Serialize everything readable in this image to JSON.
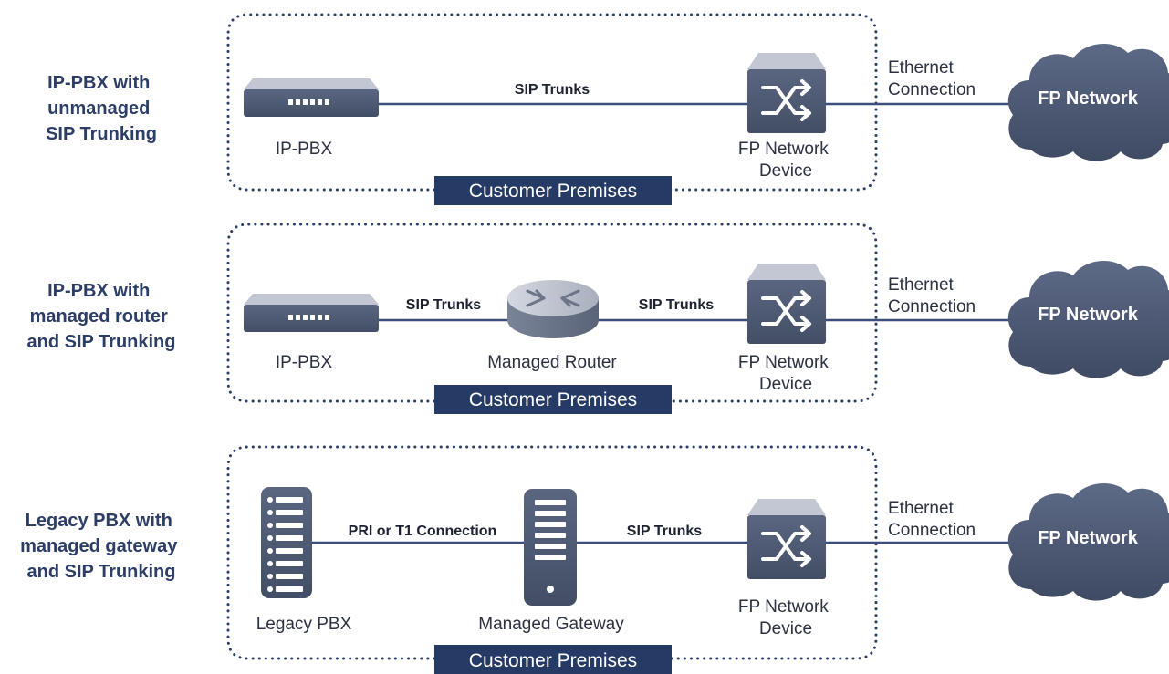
{
  "colors": {
    "navy": "#263a66",
    "device_dark": "#4f5a72",
    "device_light": "#8a93a8",
    "line": "#3c4f7a",
    "title": "#2c3e66"
  },
  "rows": [
    {
      "title": [
        "IP-PBX with",
        "unmanaged",
        "SIP Trunking"
      ],
      "left_device": {
        "icon": "ip-pbx-icon",
        "label": [
          "IP-PBX"
        ]
      },
      "middle_device": null,
      "link1_label": "SIP Trunks",
      "link2_label": null,
      "network_device": {
        "icon": "network-switch-icon",
        "label": [
          "FP Network",
          "Device"
        ]
      },
      "ethernet_label": [
        "Ethernet",
        "Connection"
      ],
      "cloud_label": "FP Network",
      "premises_label": "Customer Premises"
    },
    {
      "title": [
        "IP-PBX with",
        "managed router",
        "and SIP Trunking"
      ],
      "left_device": {
        "icon": "ip-pbx-icon",
        "label": [
          "IP-PBX"
        ]
      },
      "middle_device": {
        "icon": "router-icon",
        "label": [
          "Managed Router"
        ]
      },
      "link1_label": "SIP Trunks",
      "link2_label": "SIP Trunks",
      "network_device": {
        "icon": "network-switch-icon",
        "label": [
          "FP Network",
          "Device"
        ]
      },
      "ethernet_label": [
        "Ethernet",
        "Connection"
      ],
      "cloud_label": "FP Network",
      "premises_label": "Customer Premises"
    },
    {
      "title": [
        "Legacy PBX with",
        "managed gateway",
        "and SIP Trunking"
      ],
      "left_device": {
        "icon": "legacy-pbx-icon",
        "label": [
          "Legacy PBX"
        ]
      },
      "middle_device": {
        "icon": "gateway-server-icon",
        "label": [
          "Managed Gateway"
        ]
      },
      "link1_label": "PRI or T1 Connection",
      "link2_label": "SIP Trunks",
      "network_device": {
        "icon": "network-switch-icon",
        "label": [
          "FP Network",
          "Device"
        ]
      },
      "ethernet_label": [
        "Ethernet",
        "Connection"
      ],
      "cloud_label": "FP Network",
      "premises_label": "Customer Premises"
    }
  ]
}
